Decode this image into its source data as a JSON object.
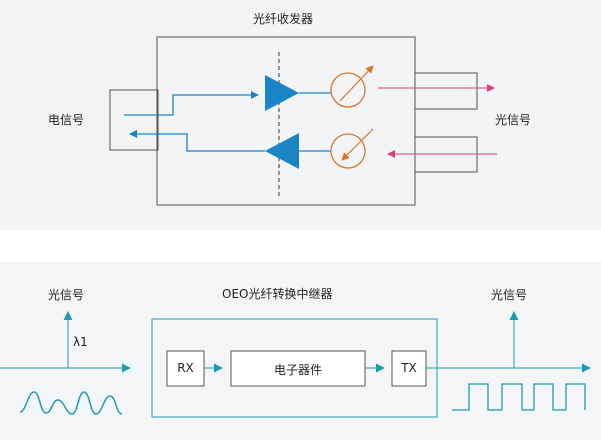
{
  "top": {
    "title": "光纤收发器",
    "left_label": "电信号",
    "right_label": "光信号"
  },
  "bottom": {
    "title": "OEO光纤转换中继器",
    "left_label": "光信号",
    "right_label": "光信号",
    "wavelength_label": "λ1",
    "rx_label": "RX",
    "device_label": "电子器件",
    "tx_label": "TX"
  },
  "colors": {
    "blue": "#1a84c7",
    "teal": "#1d9bb0",
    "orange": "#d9772a",
    "pink": "#d63f78",
    "box_gray": "#555555"
  }
}
